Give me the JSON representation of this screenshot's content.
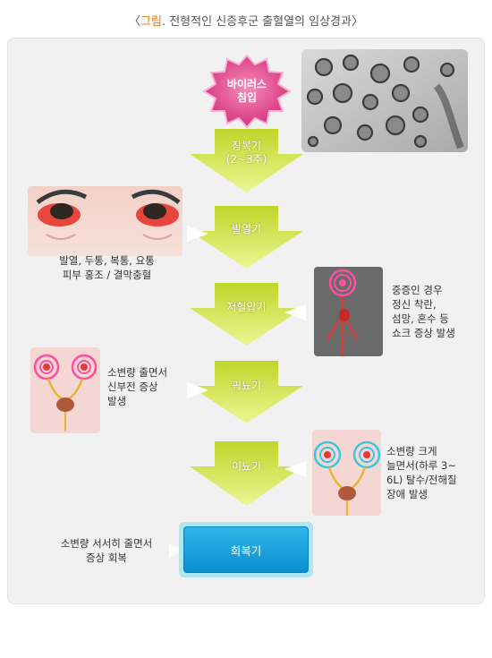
{
  "title": {
    "prefix": "〈",
    "accent": "그림",
    "rest": ". 전형적인 신증후군 출혈열의 임상경과〉"
  },
  "virus": {
    "line1": "바이러스",
    "line2": "침입"
  },
  "stages": [
    {
      "line1": "잠복기",
      "line2": "(2~3주)"
    },
    {
      "line1": "발열기",
      "line2": ""
    },
    {
      "line1": "저혈압기",
      "line2": ""
    },
    {
      "line1": "핍뇨기",
      "line2": ""
    },
    {
      "line1": "이뇨기",
      "line2": ""
    }
  ],
  "recovery": {
    "label": "회복기"
  },
  "notes": {
    "fever": [
      "발열, 두통, 복통, 요통",
      "피부 홍조 / 결막충혈"
    ],
    "hypotension": [
      "중증인 경우",
      "정신 착란,",
      "섬망, 혼수 등",
      "쇼크 증상 발생"
    ],
    "oliguria": [
      "소변량 줄면서",
      "신부전 증상",
      "발생"
    ],
    "diuresis": [
      "소변량 크게",
      "늘면서(하루 3~",
      "6L) 탈수/전해질",
      "장애 발생"
    ],
    "recovery": [
      "소변량 서서히 줄면서",
      "증상 회복"
    ]
  },
  "colors": {
    "accent": "#e0761f",
    "arrow_top": "#c3d92a",
    "arrow_bottom": "#e9f48a",
    "burst": "#e23f86",
    "recovery": "#1aa3e0"
  }
}
